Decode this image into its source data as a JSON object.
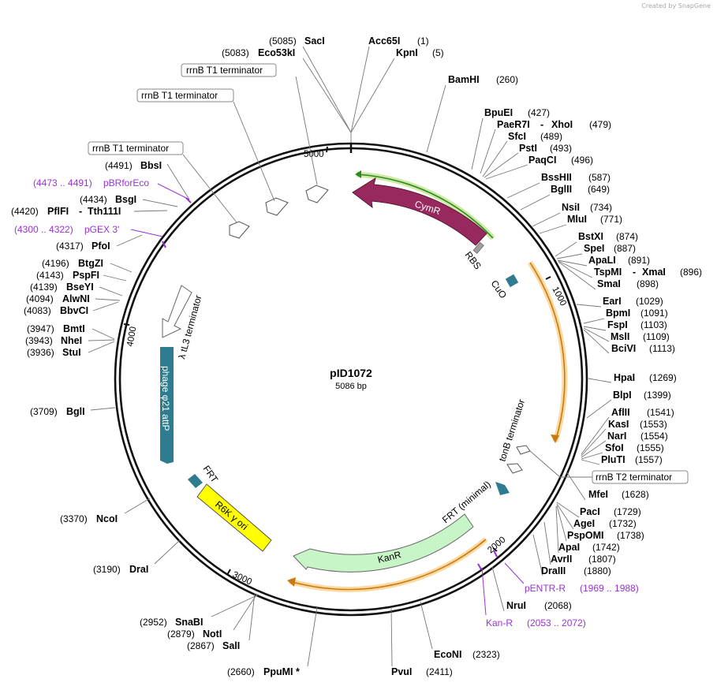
{
  "branding": "Created by SnapGene",
  "plasmid": {
    "name": "pID1072",
    "length_label": "5086 bp"
  },
  "ticks": [
    "1000",
    "2000",
    "3000",
    "4000",
    "5000"
  ],
  "features": [
    {
      "id": "cymr",
      "label": "CymR",
      "color": "#97295e",
      "text_color": "#ffffff"
    },
    {
      "id": "rbs",
      "label": "RBS",
      "color": "#a0a0a0",
      "text_color": "#000000"
    },
    {
      "id": "cuo",
      "label": "CuO",
      "color": "#2e7c8f",
      "text_color": "#000000"
    },
    {
      "id": "tonb",
      "label": "tonB terminator",
      "color": "#ffffff",
      "text_color": "#000000"
    },
    {
      "id": "frtm",
      "label": "FRT (minimal)",
      "color": "#2e7c8f",
      "text_color": "#000000"
    },
    {
      "id": "kanr",
      "label": "KanR",
      "color": "#c8f5c8",
      "text_color": "#000000"
    },
    {
      "id": "r6k",
      "label": "R6K γ ori",
      "color": "#ffff00",
      "text_color": "#000000"
    },
    {
      "id": "frt",
      "label": "FRT",
      "color": "#2e7c8f",
      "text_color": "#000000"
    },
    {
      "id": "phage",
      "label": "phage φ21 attP",
      "color": "#2e7c8f",
      "text_color": "#ffffff"
    },
    {
      "id": "tl3",
      "label": "λ tL3 terminator",
      "color": "#ffffff",
      "text_color": "#000000"
    }
  ],
  "boxed_labels": [
    {
      "id": "t1a",
      "text": "rrnB T1 terminator"
    },
    {
      "id": "t1b",
      "text": "rrnB T1 terminator"
    },
    {
      "id": "t1c",
      "text": "rrnB T1 terminator"
    },
    {
      "id": "t2",
      "text": "rrnB T2 terminator"
    }
  ],
  "sites": [
    {
      "id": "saci",
      "name": "SacI",
      "pos": "(5085)"
    },
    {
      "id": "eco53",
      "name": "Eco53kI",
      "pos": "(5083)"
    },
    {
      "id": "acc65",
      "name": "Acc65I",
      "pos": "(1)"
    },
    {
      "id": "kpni",
      "name": "KpnI",
      "pos": "(5)"
    },
    {
      "id": "bamhi",
      "name": "BamHI",
      "pos": "(260)"
    },
    {
      "id": "bpuei",
      "name": "BpuEI",
      "pos": "(427)"
    },
    {
      "id": "paer7",
      "name": "PaeR7I",
      "name2": "XhoI",
      "pos": "(479)"
    },
    {
      "id": "sfci",
      "name": "SfcI",
      "pos": "(489)"
    },
    {
      "id": "psti",
      "name": "PstI",
      "pos": "(493)"
    },
    {
      "id": "paqci",
      "name": "PaqCI",
      "pos": "(496)"
    },
    {
      "id": "bsshii",
      "name": "BssHII",
      "pos": "(587)"
    },
    {
      "id": "bglii",
      "name": "BglII",
      "pos": "(649)"
    },
    {
      "id": "nsii",
      "name": "NsiI",
      "pos": "(734)"
    },
    {
      "id": "mlui",
      "name": "MluI",
      "pos": "(771)"
    },
    {
      "id": "bstxi",
      "name": "BstXI",
      "pos": "(874)"
    },
    {
      "id": "spei",
      "name": "SpeI",
      "pos": "(887)"
    },
    {
      "id": "apali",
      "name": "ApaLI",
      "pos": "(891)"
    },
    {
      "id": "tspmi",
      "name": "TspMI",
      "name2": "XmaI",
      "pos": "(896)"
    },
    {
      "id": "smai",
      "name": "SmaI",
      "pos": "(898)"
    },
    {
      "id": "eari",
      "name": "EarI",
      "pos": "(1029)"
    },
    {
      "id": "bpmi",
      "name": "BpmI",
      "pos": "(1091)"
    },
    {
      "id": "fspi",
      "name": "FspI",
      "pos": "(1103)"
    },
    {
      "id": "msli",
      "name": "MslI",
      "pos": "(1109)"
    },
    {
      "id": "bcivi",
      "name": "BciVI",
      "pos": "(1113)"
    },
    {
      "id": "hpai",
      "name": "HpaI",
      "pos": "(1269)"
    },
    {
      "id": "blpi",
      "name": "BlpI",
      "pos": "(1399)"
    },
    {
      "id": "aflii",
      "name": "AflII",
      "pos": "(1541)"
    },
    {
      "id": "kasi",
      "name": "KasI",
      "pos": "(1553)"
    },
    {
      "id": "nari",
      "name": "NarI",
      "pos": "(1554)"
    },
    {
      "id": "sfoi",
      "name": "SfoI",
      "pos": "(1555)"
    },
    {
      "id": "pluti",
      "name": "PluTI",
      "pos": "(1557)"
    },
    {
      "id": "mfei",
      "name": "MfeI",
      "pos": "(1628)"
    },
    {
      "id": "paci",
      "name": "PacI",
      "pos": "(1729)"
    },
    {
      "id": "agei",
      "name": "AgeI",
      "pos": "(1732)"
    },
    {
      "id": "pspomi",
      "name": "PspOMI",
      "pos": "(1738)"
    },
    {
      "id": "apai",
      "name": "ApaI",
      "pos": "(1742)"
    },
    {
      "id": "avrii",
      "name": "AvrII",
      "pos": "(1807)"
    },
    {
      "id": "draiii",
      "name": "DraIII",
      "pos": "(1880)"
    },
    {
      "id": "nrui",
      "name": "NruI",
      "pos": "(2068)"
    },
    {
      "id": "econi",
      "name": "EcoNI",
      "pos": "(2323)"
    },
    {
      "id": "pvui",
      "name": "PvuI",
      "pos": "(2411)"
    },
    {
      "id": "ppumi",
      "name": "PpuMI *",
      "pos": "(2660)"
    },
    {
      "id": "sali",
      "name": "SalI",
      "pos": "(2867)"
    },
    {
      "id": "noti",
      "name": "NotI",
      "pos": "(2879)"
    },
    {
      "id": "snabi",
      "name": "SnaBI",
      "pos": "(2952)"
    },
    {
      "id": "drai",
      "name": "DraI",
      "pos": "(3190)"
    },
    {
      "id": "ncoi",
      "name": "NcoI",
      "pos": "(3370)"
    },
    {
      "id": "bgli",
      "name": "BglI",
      "pos": "(3709)"
    },
    {
      "id": "stui",
      "name": "StuI",
      "pos": "(3936)"
    },
    {
      "id": "nhei",
      "name": "NheI",
      "pos": "(3943)"
    },
    {
      "id": "bmti",
      "name": "BmtI",
      "pos": "(3947)"
    },
    {
      "id": "bbvci",
      "name": "BbvCI",
      "pos": "(4083)"
    },
    {
      "id": "alwni",
      "name": "AlwNI",
      "pos": "(4094)"
    },
    {
      "id": "bseyi",
      "name": "BseYI",
      "pos": "(4139)"
    },
    {
      "id": "pspfi",
      "name": "PspFI",
      "pos": "(4143)"
    },
    {
      "id": "btgzi",
      "name": "BtgZI",
      "pos": "(4196)"
    },
    {
      "id": "pfoi",
      "name": "PfoI",
      "pos": "(4317)"
    },
    {
      "id": "pflfi",
      "name": "PflFI",
      "name2": "Tth111I",
      "pos": "(4420)"
    },
    {
      "id": "bsgi",
      "name": "BsgI",
      "pos": "(4434)"
    },
    {
      "id": "bbsi",
      "name": "BbsI",
      "pos": "(4491)"
    }
  ],
  "primers": [
    {
      "id": "pbrforeco",
      "name": "pBRforEco",
      "range": "(4473 .. 4491)"
    },
    {
      "id": "pgex3",
      "name": "pGEX 3'",
      "range": "(4300 .. 4322)"
    },
    {
      "id": "pentrr",
      "name": "pENTR-R",
      "range": "(1969 .. 1988)"
    },
    {
      "id": "kanr",
      "name": "Kan-R",
      "range": "(2053 .. 2072)"
    }
  ]
}
